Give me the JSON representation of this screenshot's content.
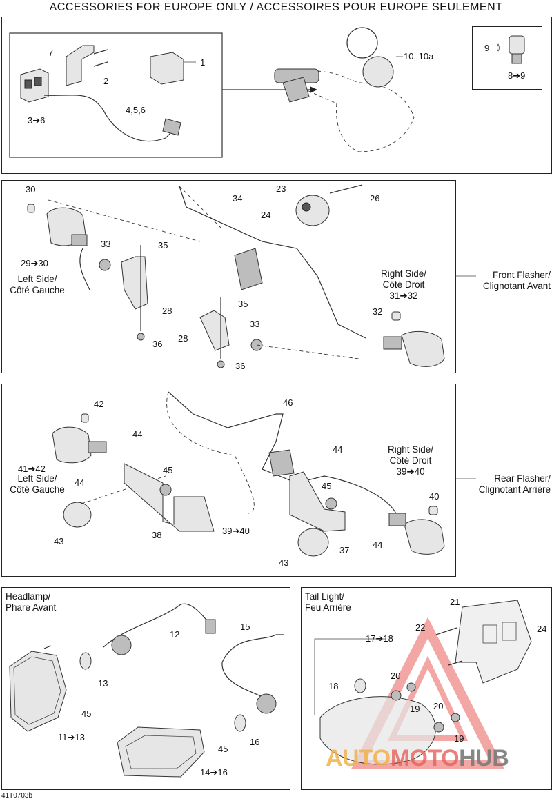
{
  "header": {
    "title": "ACCESSORIES FOR EUROPE ONLY / ACCESSOIRES POUR EUROPE SEULEMENT"
  },
  "panels": {
    "top": {
      "callouts": [
        "7",
        "1",
        "2",
        "3➔6",
        "4,5,6",
        "10, 10a",
        "9",
        "8➔9"
      ]
    },
    "front_flasher": {
      "side_label": [
        "Front Flasher/",
        "Clignotant Avant"
      ],
      "callouts": [
        "30",
        "34",
        "23",
        "26",
        "24",
        "33",
        "35",
        "29➔30",
        "28",
        "36",
        "35",
        "33",
        "28",
        "36",
        "32"
      ],
      "left_side": [
        "Left Side/",
        "Côté Gauche"
      ],
      "right_side": [
        "Right Side/",
        "Côté Droit",
        "31➔32"
      ]
    },
    "rear_flasher": {
      "side_label": [
        "Rear Flasher/",
        "Clignotant Arrière"
      ],
      "callouts": [
        "42",
        "46",
        "44",
        "44",
        "41➔42",
        "45",
        "44",
        "45",
        "40",
        "43",
        "38",
        "39➔40",
        "37",
        "44",
        "43"
      ],
      "left_side": [
        "Left Side/",
        "Côté Gauche"
      ],
      "right_side": [
        "Right Side/",
        "Côté Droit",
        "39➔40"
      ]
    },
    "headlamp": {
      "title": [
        "Headlamp/",
        "Phare Avant"
      ],
      "callouts": [
        "12",
        "15",
        "13",
        "45",
        "11➔13",
        "16",
        "45",
        "14➔16"
      ]
    },
    "tail_light": {
      "title": [
        "Tail Light/",
        "Feu Arrière"
      ],
      "callouts": [
        "21",
        "22",
        "24",
        "17➔18",
        "18",
        "20",
        "19",
        "20",
        "19"
      ]
    }
  },
  "watermark": {
    "part1": "AUTO",
    "part2": "MOTO",
    "part3": "HUB",
    "color_orange": "#f2b24a",
    "color_red": "#e8605a",
    "color_gray": "#7a7a7a"
  },
  "footer": {
    "code": "41T0703b"
  }
}
